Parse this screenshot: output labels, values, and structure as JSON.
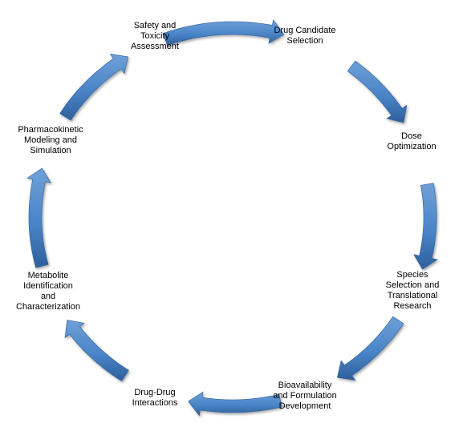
{
  "diagram": {
    "nodes": [
      {
        "id": "safety",
        "lines": [
          "Safety and",
          "Toxicity",
          "Assessment"
        ]
      },
      {
        "id": "candidate",
        "lines": [
          "Drug Candidate",
          "Selection"
        ]
      },
      {
        "id": "dose",
        "lines": [
          "Dose",
          "Optimization"
        ]
      },
      {
        "id": "species",
        "lines": [
          "Species",
          "Selection and",
          "Translational",
          "Research"
        ]
      },
      {
        "id": "bioavailability",
        "lines": [
          "Bioavailability",
          "and Formulation",
          "Development"
        ]
      },
      {
        "id": "ddi",
        "lines": [
          "Drug-Drug",
          "Interactions"
        ]
      },
      {
        "id": "metabolite",
        "lines": [
          "Metabolite",
          "Identification",
          "and",
          "Characterization"
        ]
      },
      {
        "id": "pk",
        "lines": [
          "Pharmacokinetic",
          "Modeling and",
          "Simulation"
        ]
      }
    ],
    "flow": "clockwise",
    "colors": {
      "arrow_fill": "#4a85c8",
      "arrow_highlight": "#6fa0d8",
      "arrow_shadow": "#2e5f9a",
      "text": "#000000"
    }
  }
}
